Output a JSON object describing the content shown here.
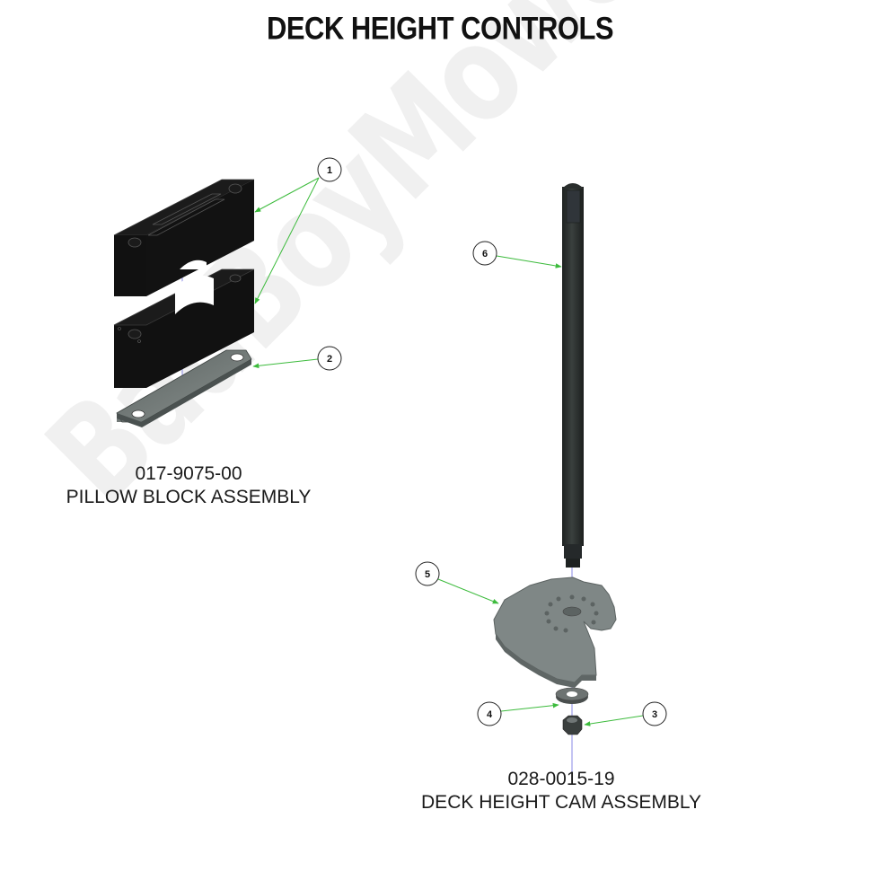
{
  "title": "DECK HEIGHT CONTROLS",
  "watermark": "BadBoyMowerParts.com",
  "colors": {
    "leader_line": "#3dbb3d",
    "block_black": "#141414",
    "plate_gray": "#6d7472",
    "rod_dark": "#2a2e2d",
    "cam_gray": "#7f8786",
    "centerline": "#8a8ae6",
    "watermark": "#f0f0f0"
  },
  "assemblies": [
    {
      "part_number": "017-9075-00",
      "name": "PILLOW BLOCK ASSEMBLY",
      "callouts": [
        {
          "number": "1",
          "description": "pillow block halves (upper and lower)"
        },
        {
          "number": "2",
          "description": "mounting plate"
        }
      ]
    },
    {
      "part_number": "028-0015-19",
      "name": "DECK HEIGHT CAM ASSEMBLY",
      "callouts": [
        {
          "number": "6",
          "description": "shaft"
        },
        {
          "number": "5",
          "description": "cam plate"
        },
        {
          "number": "4",
          "description": "washer"
        },
        {
          "number": "3",
          "description": "nut"
        }
      ]
    }
  ]
}
